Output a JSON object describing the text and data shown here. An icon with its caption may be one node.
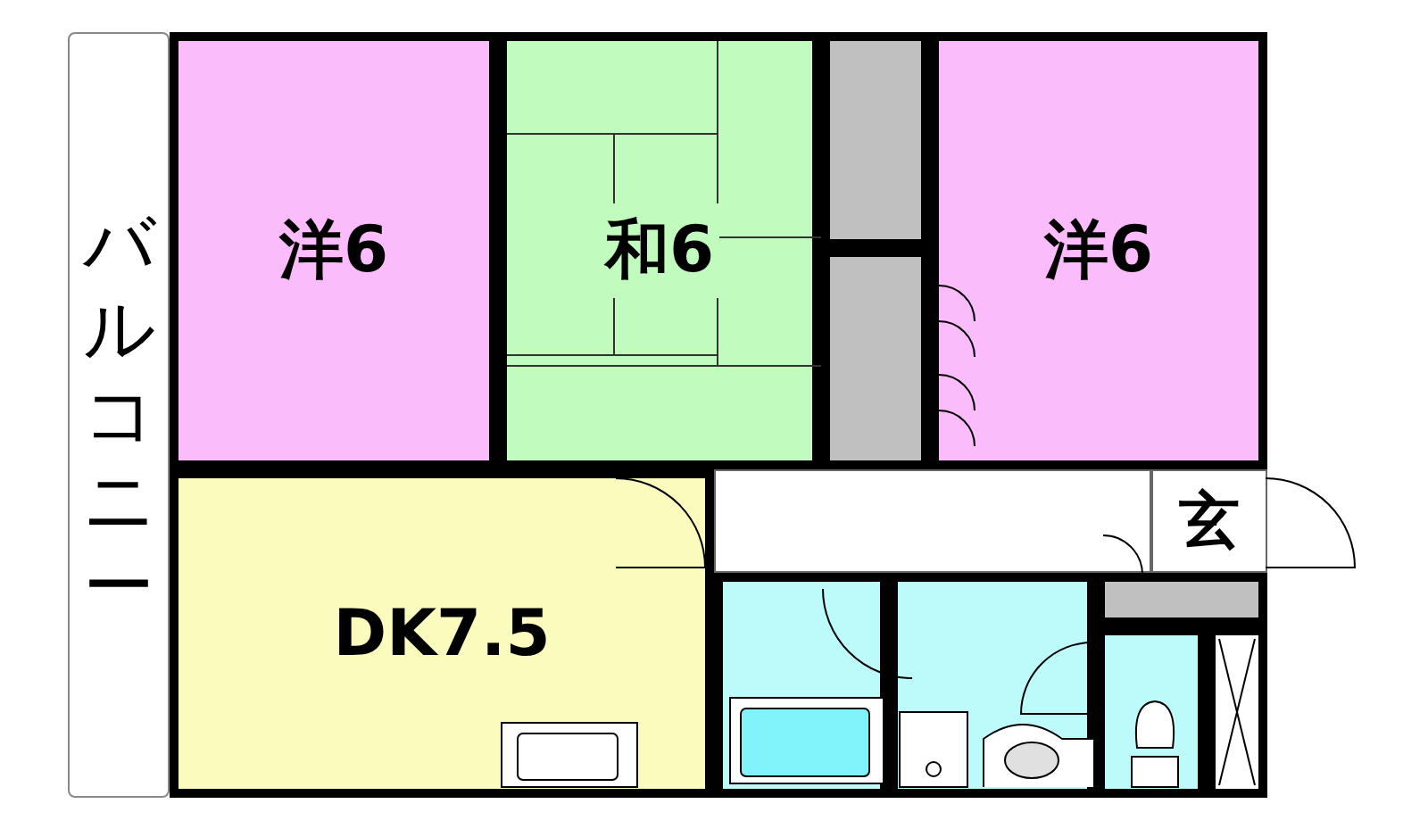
{
  "diagram": {
    "nodes": [
      {
        "text": [
          "バルコニー"
        ]
      },
      {
        "text": [
          "洋6"
        ]
      },
      {
        "text": [
          "和6"
        ]
      },
      {
        "text": [],
        "shape": "box"
      },
      {
        "text": [],
        "shape": "box"
      },
      {
        "text": [
          "洋6"
        ]
      },
      {
        "text": [
          "DK7.5"
        ]
      },
      {
        "text": [],
        "shape": "box"
      },
      {
        "text": [
          "玄"
        ]
      },
      {
        "text": [],
        "shape": "box"
      },
      {
        "text": [],
        "shape": "box"
      },
      {
        "text": [],
        "shape": "box"
      },
      {
        "text": [],
        "shape": "box"
      },
      {
        "text": [],
        "shape": "box"
      }
    ]
  }
}
